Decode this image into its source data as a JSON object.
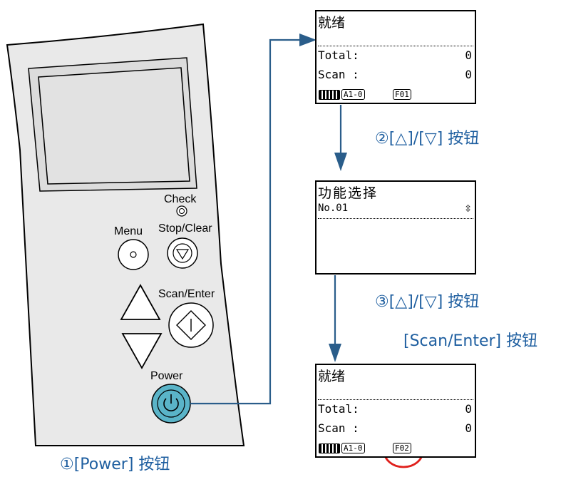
{
  "operation_panel": {
    "check_label": "Check",
    "menu_label": "Menu",
    "stop_label": "Stop/Clear",
    "scan_label": "Scan/Enter",
    "power_label": "Power"
  },
  "steps": {
    "step1": "①[Power] 按钮",
    "step2": "②[△]/[▽] 按钮",
    "step3_line1": "③[△]/[▽] 按钮",
    "step3_line2": "[Scan/Enter] 按钮"
  },
  "screen1": {
    "title": "就绪",
    "total_label": "Total:",
    "total_value": "0",
    "scan_label": "Scan :",
    "scan_value": "0",
    "mode_badge": "A1-0",
    "func_badge": "F01"
  },
  "screen2": {
    "title": "功能选择",
    "number": "No.01",
    "scroll_icon": "⇳"
  },
  "screen3": {
    "title": "就绪",
    "total_label": "Total:",
    "total_value": "0",
    "scan_label": "Scan :",
    "scan_value": "0",
    "mode_badge": "A1-0",
    "func_badge": "F02"
  },
  "colors": {
    "accent": "#1f5fa0",
    "connector": "#2a5d8a",
    "power_button": "#5ab4c8",
    "highlight": "#e0201c"
  }
}
